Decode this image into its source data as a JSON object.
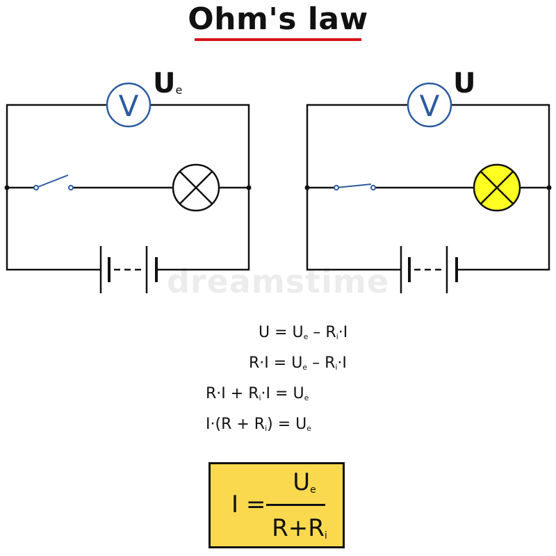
{
  "title": "Ohm's law",
  "colors": {
    "title_underline": "#d6131b",
    "wire": "#111111",
    "voltmeter": "#2b5aa0",
    "lamp_on": "#ffff22",
    "result_box": "#fad94f"
  },
  "circuits": [
    {
      "voltmeter_symbol": "V",
      "voltage_label": "U",
      "voltage_subscript": "e",
      "switch_state": "open",
      "lamp_state": "off"
    },
    {
      "voltmeter_symbol": "V",
      "voltage_label": "U",
      "voltage_subscript": "",
      "switch_state": "closed",
      "lamp_state": "on"
    }
  ],
  "watermark": "dreamstime",
  "equations": {
    "eq1": {
      "a": "U = U",
      "a_sub": "e",
      "b": " – R",
      "b_sub": "i",
      "c": "·I"
    },
    "eq2": {
      "a": "R·I = U",
      "a_sub": "e",
      "b": " – R",
      "b_sub": "i",
      "c": "·I"
    },
    "eq3": {
      "a": "R·I + R",
      "a_sub": "i",
      "b": "·I = U",
      "b_sub": "e"
    },
    "eq4": {
      "a": "I·(R + R",
      "a_sub": "i",
      "b": ") = U",
      "b_sub": "e"
    }
  },
  "result": {
    "lhs": "I =",
    "numerator": "U",
    "numerator_sub": "e",
    "denominator": "R+R",
    "denominator_sub": "i"
  }
}
